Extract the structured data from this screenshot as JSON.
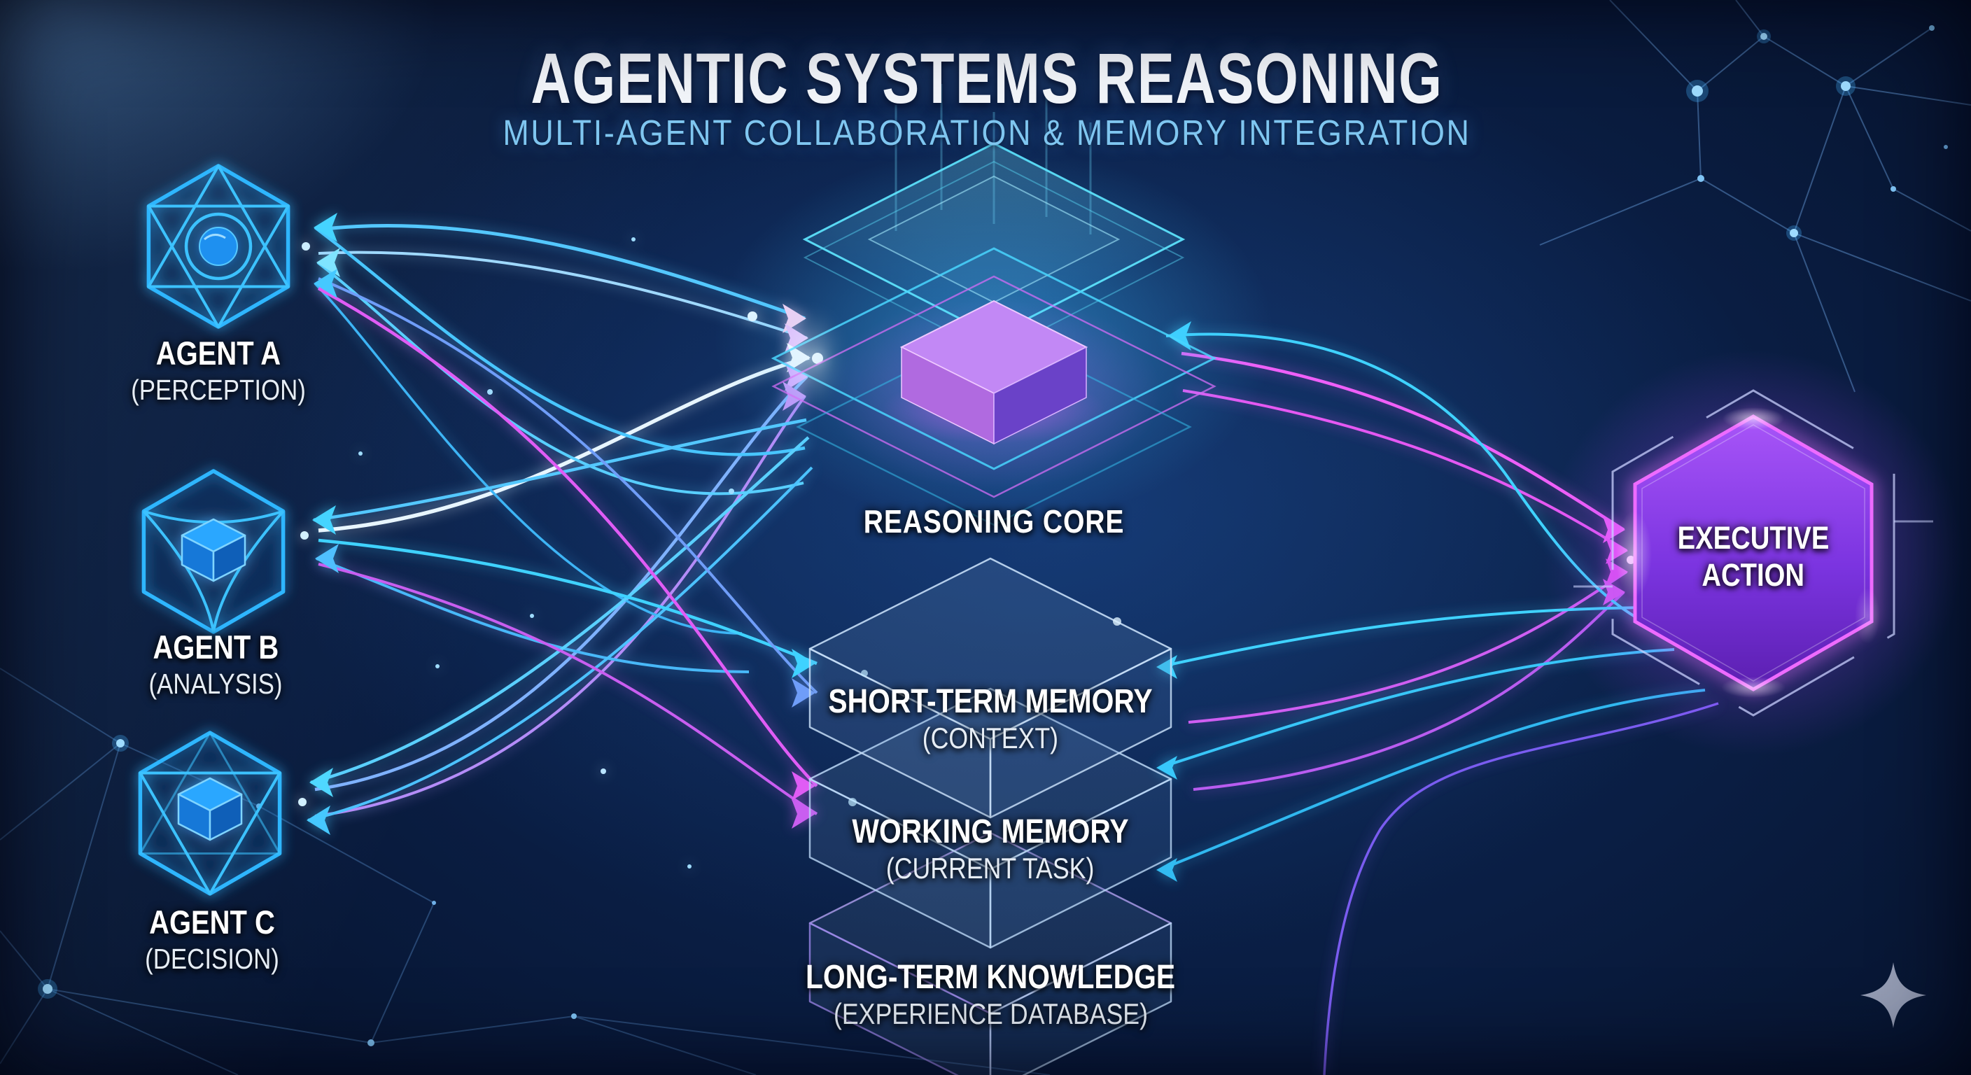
{
  "header": {
    "title": "AGENTIC SYSTEMS REASONING",
    "subtitle": "MULTI-AGENT COLLABORATION & MEMORY INTEGRATION"
  },
  "agents": [
    {
      "name": "AGENT A",
      "role": "(PERCEPTION)",
      "icon": "hexagram-orb-node-icon"
    },
    {
      "name": "AGENT B",
      "role": "(ANALYSIS)",
      "icon": "wireframe-cube-node-icon"
    },
    {
      "name": "AGENT C",
      "role": "(DECISION)",
      "icon": "icosahedron-cube-node-icon"
    }
  ],
  "core": {
    "label": "REASONING CORE",
    "icon": "holographic-chip-stack-icon"
  },
  "memory": [
    {
      "name": "SHORT-TERM MEMORY",
      "sub": "(CONTEXT)"
    },
    {
      "name": "WORKING MEMORY",
      "sub": "(CURRENT TASK)"
    },
    {
      "name": "LONG-TERM KNOWLEDGE",
      "sub": "(EXPERIENCE DATABASE)"
    }
  ],
  "executive": {
    "line1": "EXECUTIVE",
    "line2": "ACTION",
    "icon": "glowing-hexagon-badge-icon"
  },
  "watermark": {
    "icon": "sparkle-icon"
  },
  "colors": {
    "background": "#081836",
    "line_cyan": "#3FD2FF",
    "line_blue": "#5A8CF8",
    "line_magenta": "#E455F4",
    "line_violet": "#8A5CF0",
    "title_text": "#F2F5FA",
    "subtitle_text": "#7FC6F0",
    "agent_glow": "#2EB6FF",
    "executive_fill": "#7B34E0",
    "executive_border": "#EE6BFF"
  }
}
